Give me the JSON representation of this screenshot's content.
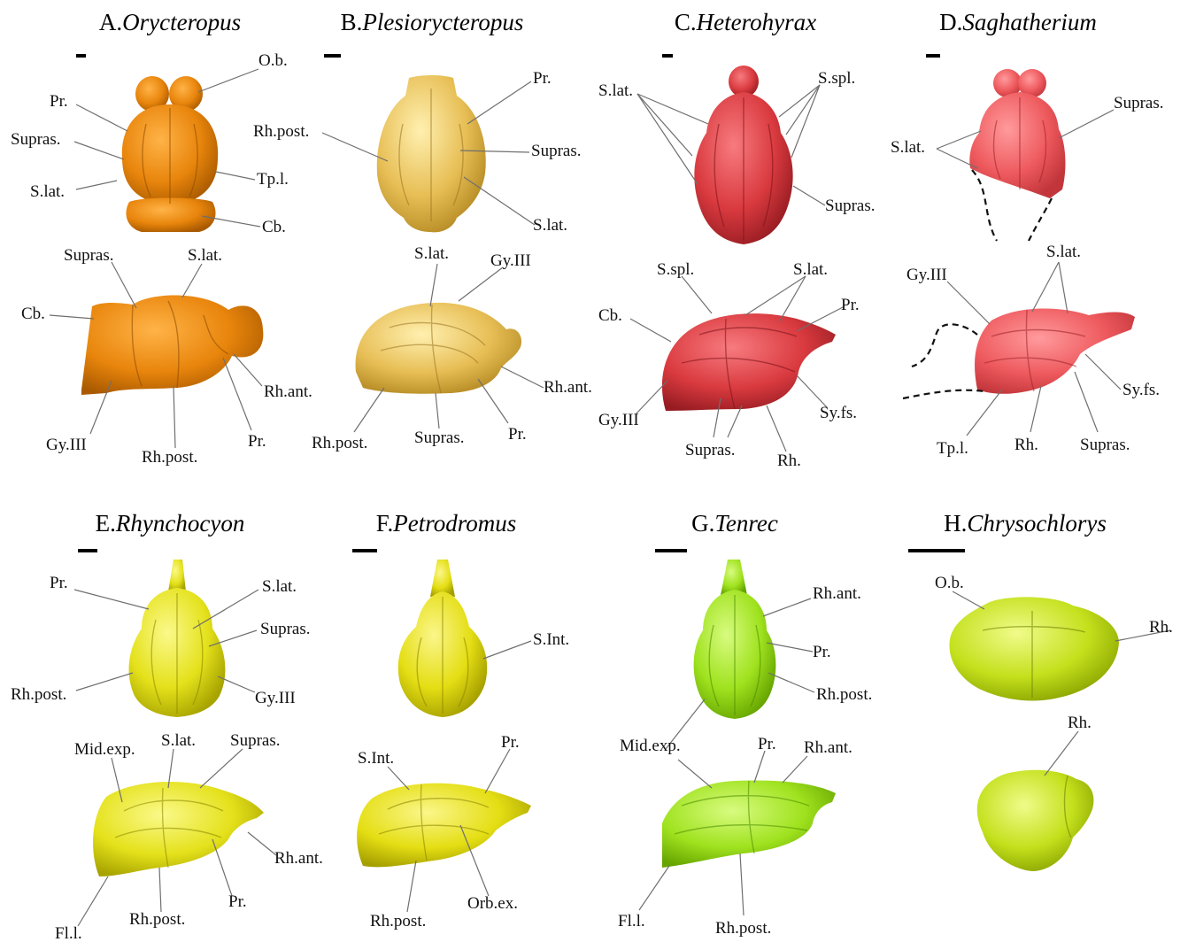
{
  "panels": [
    {
      "id": "A",
      "prefix": "A.",
      "genus": "Orycteropus",
      "color": "#e8850c",
      "labels": [
        "O.b.",
        "Pr.",
        "Supras.",
        "S.lat.",
        "Tp.l.",
        "Cb.",
        "Supras.",
        "S.lat.",
        "Cb.",
        "Rh.ant.",
        "Gy.III",
        "Rh.post.",
        "Pr."
      ]
    },
    {
      "id": "B",
      "prefix": "B.",
      "genus": "Plesiorycteropus",
      "color": "#e7be55",
      "labels": [
        "Pr.",
        "Rh.post.",
        "Supras.",
        "S.lat.",
        "S.lat.",
        "Gy.III",
        "Rh.ant.",
        "Rh.post.",
        "Supras.",
        "Pr."
      ]
    },
    {
      "id": "C",
      "prefix": "C.",
      "genus": "Heterohyrax",
      "color": "#d93a3f",
      "labels": [
        "S.lat.",
        "S.spl.",
        "Supras.",
        "S.spl.",
        "S.lat.",
        "Cb.",
        "Pr.",
        "Gy.III",
        "Sy.fs.",
        "Supras.",
        "Rh."
      ]
    },
    {
      "id": "D",
      "prefix": "D.",
      "genus": "Saghatherium",
      "color": "#ee5a5e",
      "labels": [
        "Supras.",
        "S.lat.",
        "S.lat.",
        "Gy.III",
        "Sy.fs.",
        "Tp.l.",
        "Rh.",
        "Supras."
      ]
    },
    {
      "id": "E",
      "prefix": "E.",
      "genus": "Rhynchocyon",
      "color": "#e4e11b",
      "labels": [
        "Pr.",
        "S.lat.",
        "Supras.",
        "Rh.post.",
        "Gy.III",
        "Mid.exp.",
        "S.lat.",
        "Supras.",
        "Rh.ant.",
        "Pr.",
        "Rh.post.",
        "Fl.l."
      ]
    },
    {
      "id": "F",
      "prefix": "F.",
      "genus": "Petrodromus",
      "color": "#e4de14",
      "labels": [
        "S.Int.",
        "S.Int.",
        "Pr.",
        "Rh.post.",
        "Orb.ex."
      ]
    },
    {
      "id": "G",
      "prefix": "G.",
      "genus": "Tenrec",
      "color": "#9fe21e",
      "labels": [
        "Rh.ant.",
        "Pr.",
        "Rh.post.",
        "Mid.exp.",
        "Pr.",
        "Rh.ant.",
        "Fl.l.",
        "Rh.post."
      ]
    },
    {
      "id": "H",
      "prefix": "H.",
      "genus": "Chrysochlorys",
      "color": "#c4e01c",
      "labels": [
        "O.b.",
        "Rh.",
        "Rh."
      ]
    }
  ],
  "annotation_colors": {
    "text": "#111111",
    "leader": "#6f6f6f",
    "scale_bar": "#000000"
  }
}
